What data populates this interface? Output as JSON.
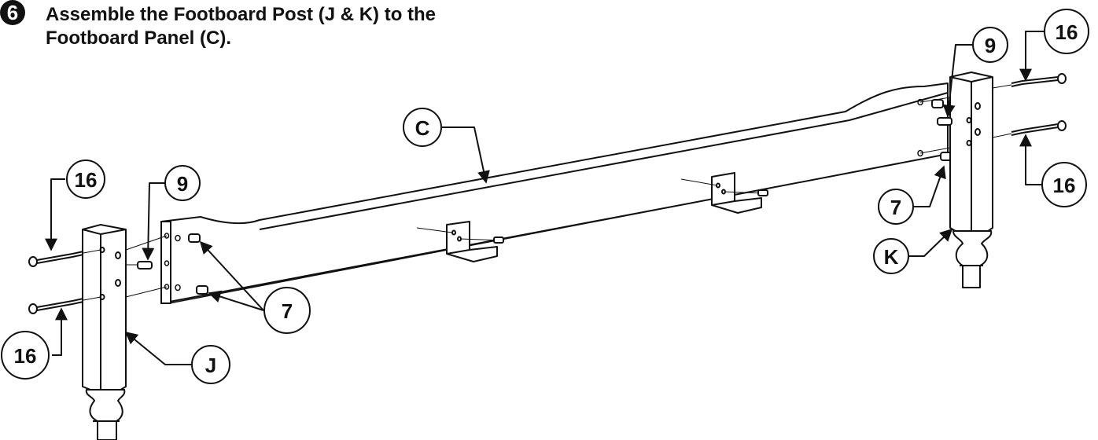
{
  "step": {
    "number": "6",
    "title_line1": "Assemble the Footboard Post (J & K) to the",
    "title_line2": "Footboard Panel (C)."
  },
  "callouts": {
    "panel": "C",
    "post_left": "J",
    "post_right": "K",
    "dowel_left": "9",
    "dowel_right": "9",
    "cam_left": "7",
    "cam_right": "7",
    "bolt_left_top": "16",
    "bolt_left_bottom": "16",
    "bolt_right_top": "16",
    "bolt_right_bottom": "16"
  }
}
